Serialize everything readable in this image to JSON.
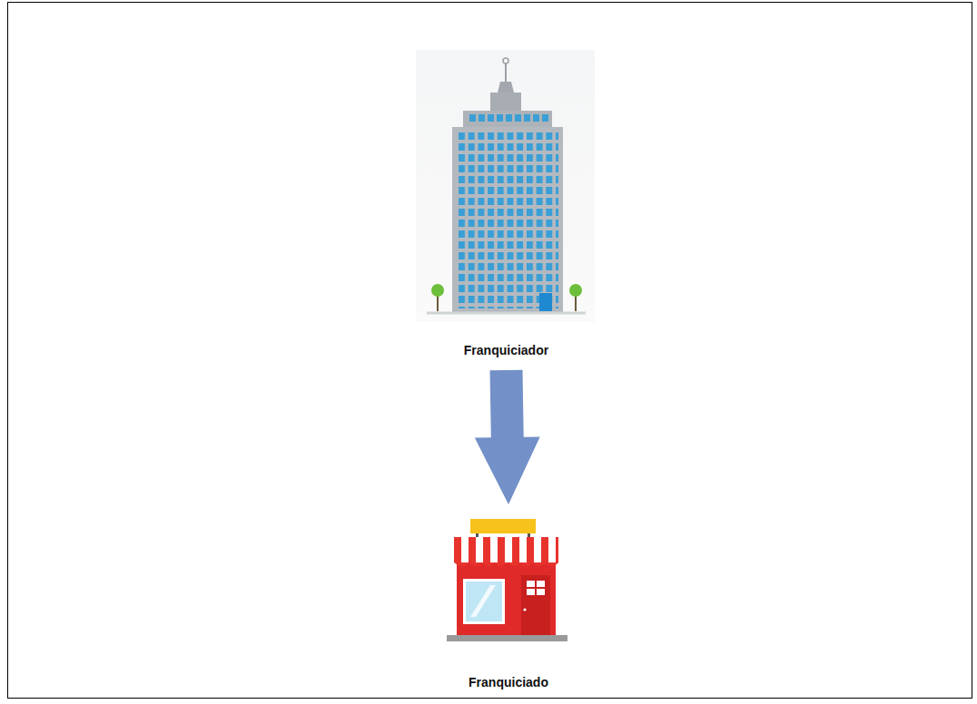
{
  "diagram": {
    "nodes": [
      {
        "text": [
          "Franquiciador"
        ]
      },
      {
        "text": [
          "Franquiciado"
        ]
      }
    ],
    "edges": [
      {
        "from": 0,
        "to": 1,
        "arrow": "to"
      }
    ]
  }
}
